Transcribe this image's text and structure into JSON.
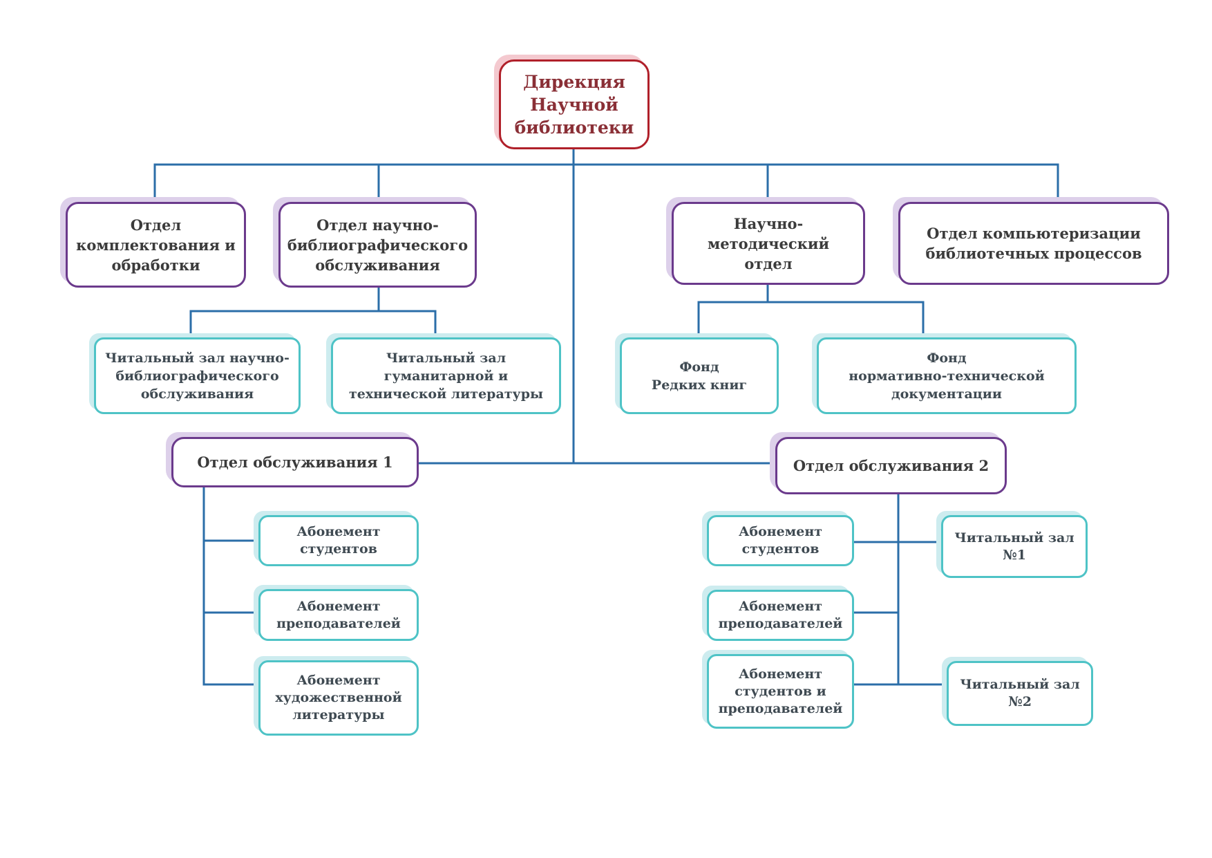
{
  "colors": {
    "connector": "#2b6ea8",
    "root_border": "#b0202a",
    "dept_border": "#6b3a8c",
    "sub_border": "#4ec3c6"
  },
  "root": {
    "label": "Дирекция\nНаучной\nбиблиотеки"
  },
  "departments": {
    "acquisition": "Отдел\nкомплектования и\nобработки",
    "bibliographic": "Отдел научно-\nбиблиографического\nобслуживания",
    "methodical": "Научно-\nметодический\nотдел",
    "computerization": "Отдел компьютеризации\nбиблиотечных процессов",
    "service1": "Отдел обслуживания 1",
    "service2": "Отдел обслуживания 2"
  },
  "units": {
    "reading_bibliographic": "Читальный зал научно-\nбиблиографического\nобслуживания",
    "reading_humanitarian": "Читальный зал\nгуманитарной и\nтехнической литературы",
    "rare_books": "Фонд\nРедких книг",
    "normative_fund": "Фонд\nнормативно-технической\nдокументации",
    "s1_students": "Абонемент\nстудентов",
    "s1_teachers": "Абонемент\nпреподавателей",
    "s1_fiction": "Абонемент\nхудожественной\nлитературы",
    "s2_students": "Абонемент\nстудентов",
    "s2_teachers": "Абонемент\nпреподавателей",
    "s2_students_teachers": "Абонемент\nстудентов и\nпреподавателей",
    "s2_reading1": "Читальный зал\n№1",
    "s2_reading2": "Читальный зал\n№2"
  }
}
